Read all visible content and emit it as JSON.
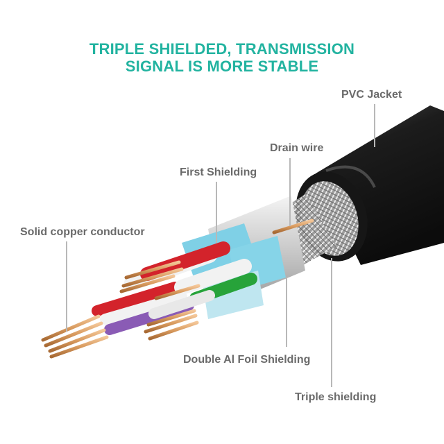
{
  "headline": {
    "line1": "TRIPLE SHIELDED, TRANSMISSION",
    "line2": "SIGNAL IS MORE STABLE"
  },
  "labels": {
    "pvc_jacket": "PVC Jacket",
    "drain_wire": "Drain wire",
    "first_shielding": "First Shielding",
    "solid_copper_conductor": "Solid copper conductor",
    "double_al_foil": "Double Al Foil Shielding",
    "triple_shielding": "Triple shielding"
  },
  "colors": {
    "headline": "#22b3a0",
    "label_text": "#6a6a6a",
    "jacket": "#1c1c1c",
    "copper": "#d89a5e",
    "first_shield": "#7fd0e6",
    "wire_red": "#d3232b",
    "wire_white": "#f2f2f2",
    "wire_green": "#27a33a",
    "wire_purple": "#8a5bb5"
  }
}
